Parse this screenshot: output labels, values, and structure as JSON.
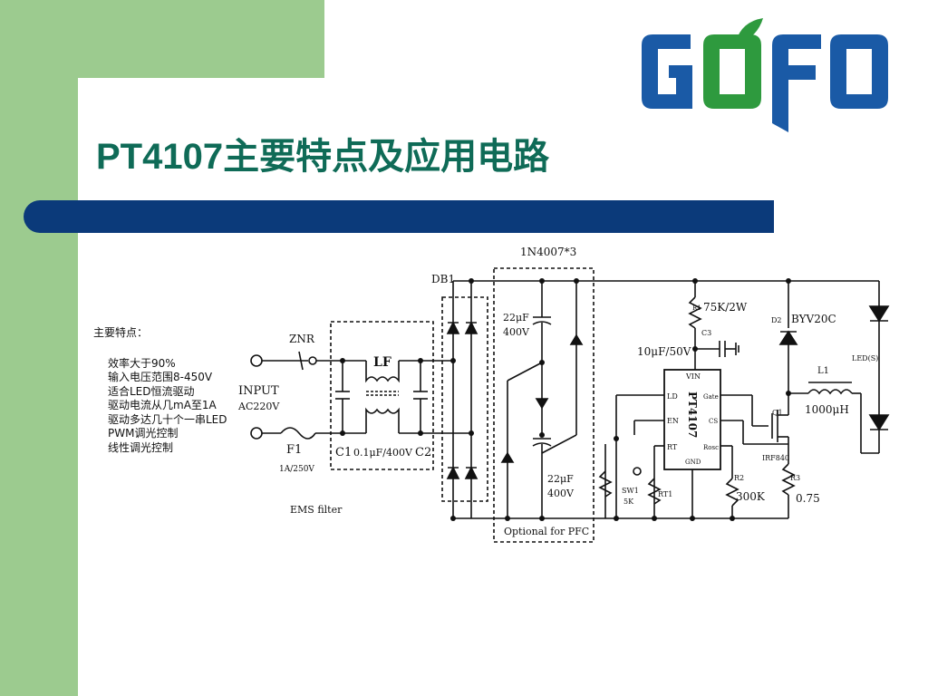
{
  "slide": {
    "title": "PT4107主要特点及应用电路",
    "logo_text": "GOFO",
    "colors": {
      "green": "#9ccb8f",
      "title_teal": "#0f6b57",
      "bar_navy": "#0b3a7a",
      "logo_blue": "#1a5aa6",
      "logo_green": "#2e9a3e"
    }
  },
  "features": {
    "heading": "主要特点：",
    "items": [
      "效率大于90%",
      "输入电压范围8-450V",
      "适合LED恒流驱动",
      "驱动电流从几mA至1A",
      "驱动多达几十个一串LED",
      "PWM调光控制",
      "线性调光控制"
    ]
  },
  "circuit": {
    "labels": {
      "n4007": "1N4007*3",
      "db1": "DB1",
      "znr": "ZNR",
      "lf": "LF",
      "input": "INPUT",
      "ac": "AC220V",
      "f1": "F1",
      "f1_rating": "1A/250V",
      "c1": "C1",
      "cap_value": "0.1μF/400V",
      "c2": "C2",
      "ems": "EMS filter",
      "cap_top": "22μF",
      "cap_top_v": "400V",
      "cap_bot": "22μF",
      "cap_bot_v": "400V",
      "pfc": "Optional for PFC",
      "r1": "R1",
      "r1_val": "75K/2W",
      "c3": "C3",
      "c3_val": "10μF/50V",
      "d2": "D2",
      "d2_val": "BYV20C",
      "l1": "L1",
      "l1_val": "1000μH",
      "led": "LED(S)",
      "chip": "PT4107",
      "vin": "VIN",
      "ld": "LD",
      "en": "EN",
      "rt": "RT",
      "gate": "Gate",
      "cs": "CS",
      "rosc": "Rosc",
      "gnd": "GND",
      "q1": "Q1",
      "irf": "IRF840",
      "sw1": "SW1",
      "sw1_val": "5K",
      "rt1": "RT1",
      "r2": "R2",
      "r2_val": "300K",
      "r3": "R3",
      "r3_val": "0.75"
    }
  }
}
